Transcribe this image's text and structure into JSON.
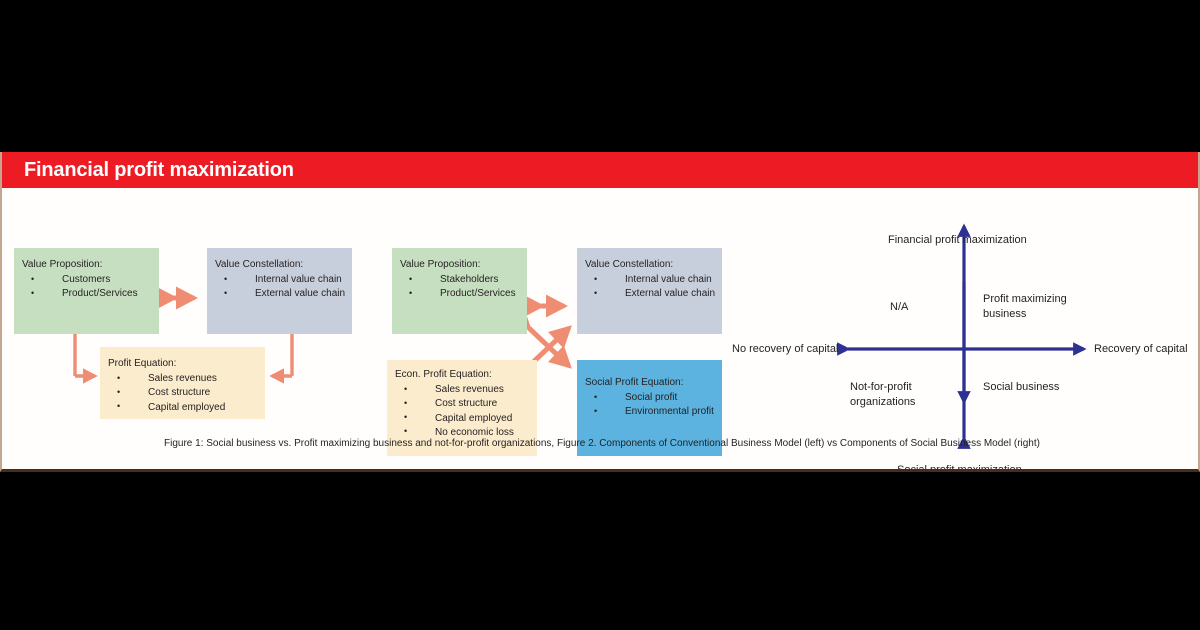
{
  "banner": {
    "title": "Financial profit maximization",
    "background_color": "#ed1c24",
    "text_color": "#ffffff"
  },
  "caption": {
    "text": "Figure 1: Social business vs. Profit maximizing business and not-for-profit organizations, Figure 2. Components of Conventional Business Model (left) vs Components of Social Business Model (right)"
  },
  "colors": {
    "green_box": "#c6dfc0",
    "gray_box": "#c8cfdc",
    "cream_box": "#fbeccd",
    "blue_box": "#5cb3e0",
    "arrow_salmon": "#ef8d72",
    "axis_navy": "#2e3192",
    "page_background": "#000000",
    "card_background": "#ffffff"
  },
  "conventional_model": {
    "title": "Components of Conventional Business Model",
    "boxes": {
      "value_proposition": {
        "heading": "Value Proposition:",
        "items": [
          "Customers",
          "Product/Services"
        ]
      },
      "value_constellation": {
        "heading": "Value Constellation:",
        "items": [
          "Internal value chain",
          "External value chain"
        ]
      },
      "profit_equation": {
        "heading": "Profit Equation:",
        "items": [
          "Sales revenues",
          "Cost structure",
          "Capital employed"
        ]
      }
    }
  },
  "social_model": {
    "title": "Components of Social Business Model",
    "boxes": {
      "value_proposition": {
        "heading": "Value Proposition:",
        "items": [
          "Stakeholders",
          "Product/Services"
        ]
      },
      "value_constellation": {
        "heading": "Value Constellation:",
        "items": [
          "Internal value chain",
          "External value chain"
        ]
      },
      "econ_profit_equation": {
        "heading": "Econ. Profit Equation:",
        "items": [
          "Sales revenues",
          "Cost structure",
          "Capital employed",
          "No economic loss"
        ]
      },
      "social_profit_equation": {
        "heading": "Social Profit Equation:",
        "items": [
          "Social profit",
          "Environmental profit"
        ]
      }
    }
  },
  "chart_data": {
    "type": "scatter",
    "title": "Social business vs. Profit maximizing business and not-for-profit organizations",
    "xlabel": "Recovery of capital",
    "ylabel": "Profit maximization",
    "axis_labels": {
      "top": "Financial profit maximization",
      "bottom": "Social profit maximization",
      "left": "No recovery of capital",
      "right": "Recovery of capital"
    },
    "quadrants": [
      {
        "position": "top-left",
        "label": "N/A"
      },
      {
        "position": "top-right",
        "label": "Profit maximizing business"
      },
      {
        "position": "bottom-left",
        "label": "Not-for-profit organizations"
      },
      {
        "position": "bottom-right",
        "label": "Social business"
      }
    ],
    "quadrant_labels": {
      "top_left": "N/A",
      "top_right_line1": "Profit maximizing",
      "top_right_line2": "business",
      "bottom_left_line1": "Not-for-profit",
      "bottom_left_line2": "organizations",
      "bottom_right": "Social business"
    },
    "grid": false,
    "legend": "none"
  }
}
